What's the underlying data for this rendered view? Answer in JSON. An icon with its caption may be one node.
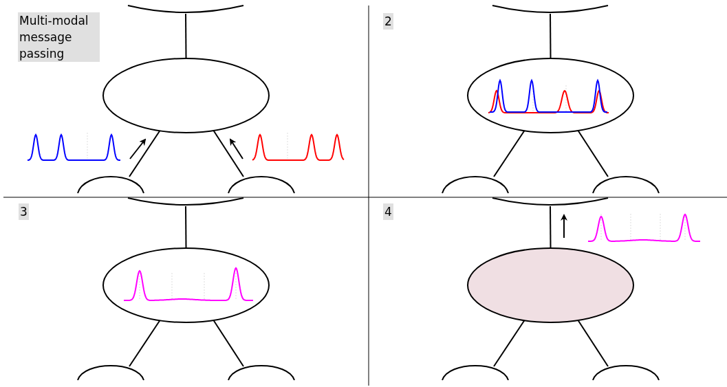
{
  "diagram": {
    "nodes": [
      {
        "text": [],
        "shape": "ellipse"
      },
      {
        "text": [],
        "shape": "arc"
      },
      {
        "text": [],
        "shape": "arc"
      },
      {
        "text": [],
        "shape": "arc"
      },
      {
        "text": [],
        "shape": "ellipse"
      },
      {
        "text": [],
        "shape": "arc"
      },
      {
        "text": [],
        "shape": "arc"
      },
      {
        "text": [],
        "shape": "arc"
      },
      {
        "text": [],
        "shape": "ellipse"
      },
      {
        "text": [],
        "shape": "arc"
      },
      {
        "text": [],
        "shape": "arc"
      },
      {
        "text": [],
        "shape": "arc"
      },
      {
        "text": [],
        "shape": "ellipse"
      },
      {
        "text": [],
        "shape": "arc"
      },
      {
        "text": [],
        "shape": "arc"
      },
      {
        "text": [],
        "shape": "arc"
      }
    ],
    "edges": [
      {
        "from": 1,
        "to": 0,
        "arrow": "none"
      },
      {
        "from": 0,
        "to": 2,
        "arrow": "none"
      },
      {
        "from": 0,
        "to": 3,
        "arrow": "none"
      },
      {
        "from": 5,
        "to": 4,
        "arrow": "none"
      },
      {
        "from": 4,
        "to": 6,
        "arrow": "none"
      },
      {
        "from": 4,
        "to": 7,
        "arrow": "none"
      },
      {
        "from": 9,
        "to": 8,
        "arrow": "none"
      },
      {
        "from": 8,
        "to": 10,
        "arrow": "none"
      },
      {
        "from": 8,
        "to": 11,
        "arrow": "none"
      },
      {
        "from": 13,
        "to": 12,
        "arrow": "none"
      },
      {
        "from": 12,
        "to": 14,
        "arrow": "none"
      },
      {
        "from": 12,
        "to": 15,
        "arrow": "none"
      }
    ],
    "labels": [
      "Multi-modal message passing",
      "2",
      "3",
      "4"
    ]
  }
}
